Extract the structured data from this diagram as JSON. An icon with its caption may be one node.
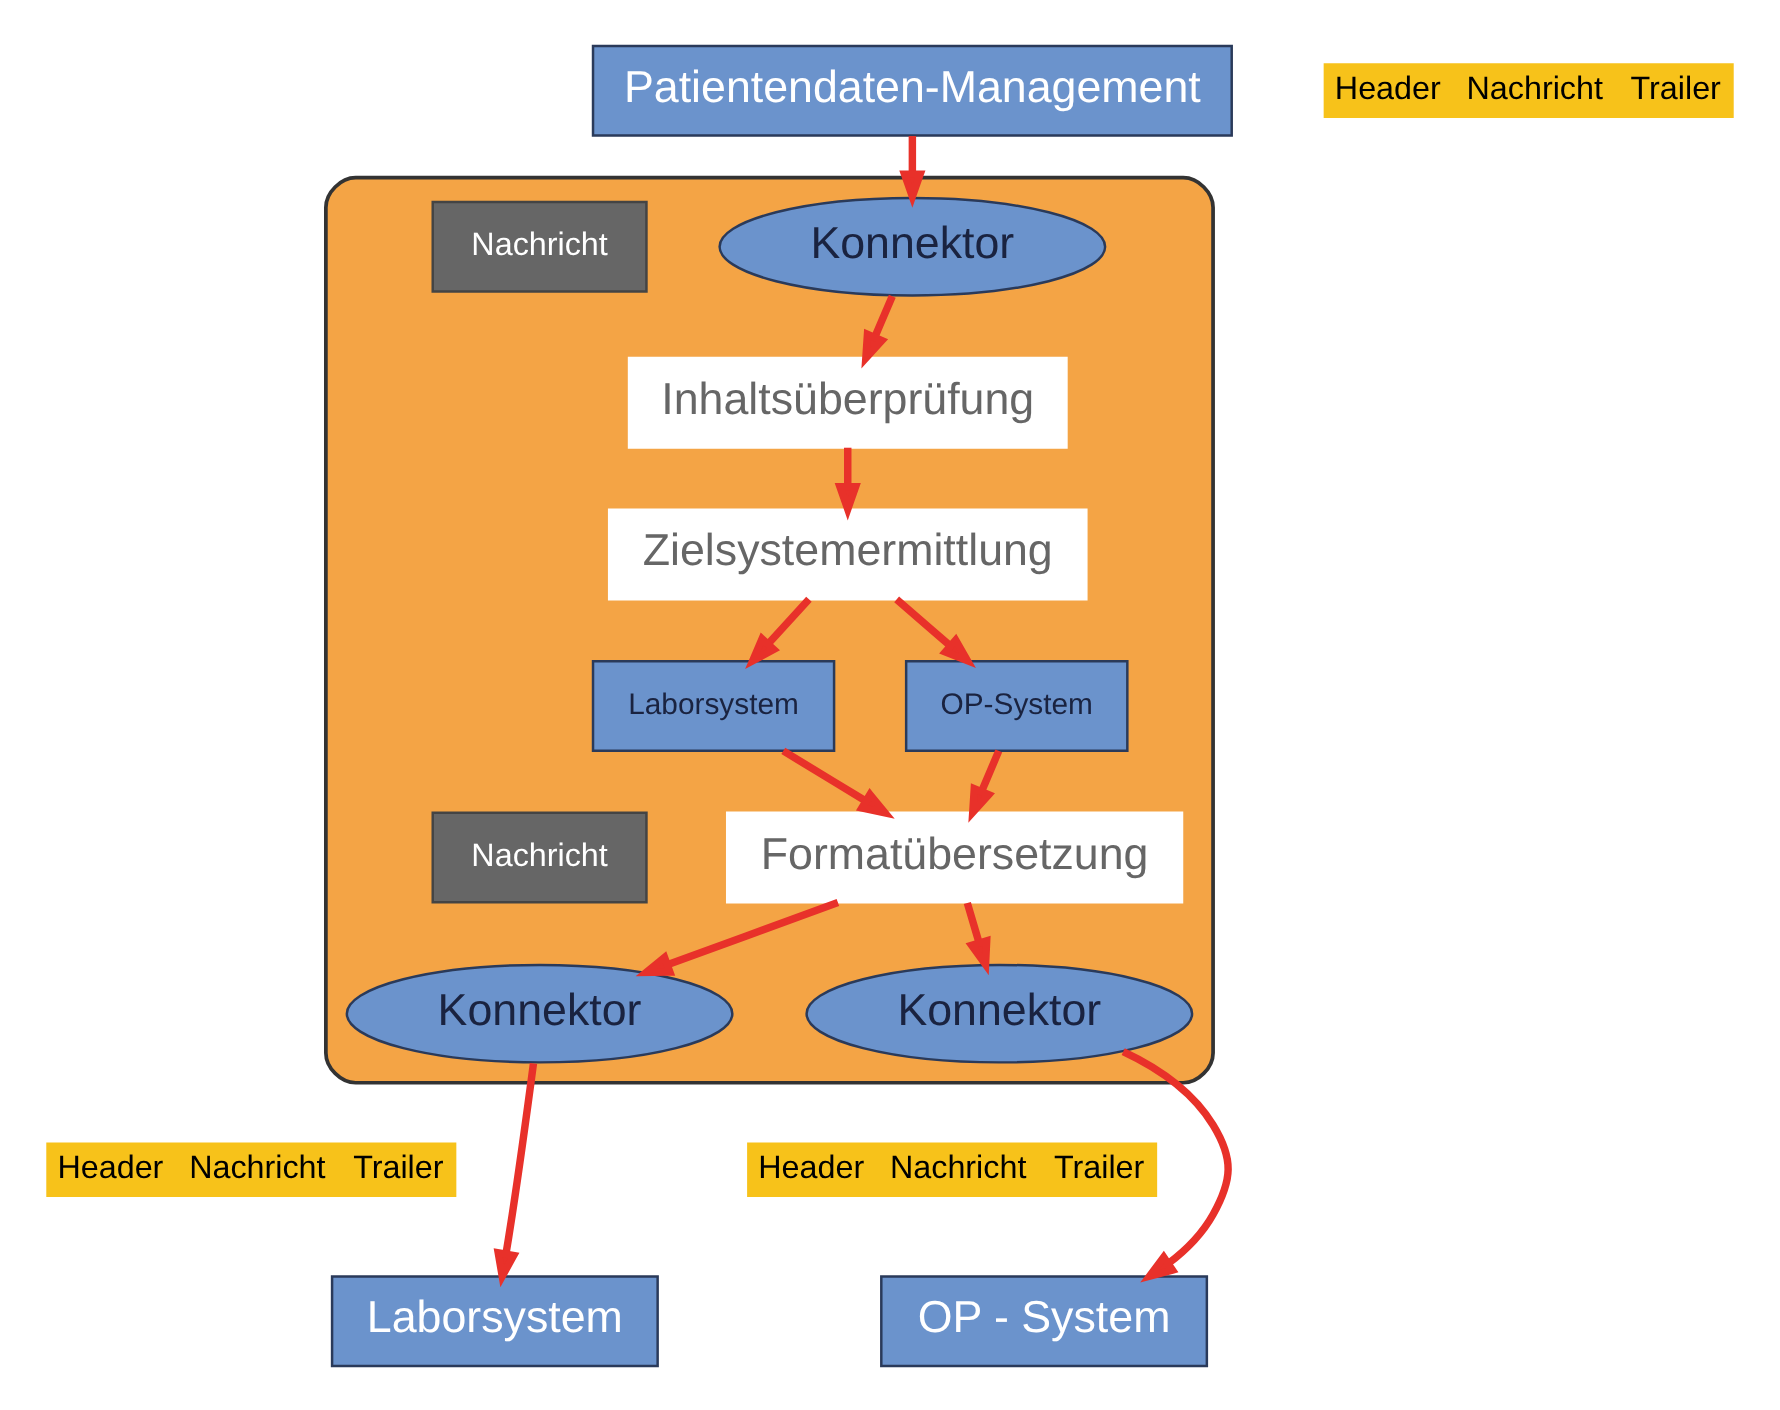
{
  "diagram": {
    "nodes": [
      {
        "text": [
          "Patientendaten-Management"
        ]
      },
      {
        "text": [
          "Header",
          "Nachricht",
          "Trailer"
        ]
      },
      {
        "text": [],
        "shape": "ellipse"
      },
      {
        "text": [
          "Konnektor"
        ],
        "in": 2
      },
      {
        "text": [
          "Nachricht"
        ],
        "in": 2
      },
      {
        "text": [
          "Inhaltsüberprüfung"
        ],
        "in": 2
      },
      {
        "text": [
          "Zielsystemermittlung"
        ],
        "in": 2
      },
      {
        "text": [
          "Laborsystem"
        ],
        "in": 2
      },
      {
        "text": [
          "OP-System"
        ],
        "in": 2
      },
      {
        "text": [
          "Formatübersetzung"
        ],
        "in": 2
      },
      {
        "text": [
          "Nachricht"
        ],
        "in": 2
      },
      {
        "text": [
          "Konnektor"
        ],
        "in": 2
      },
      {
        "text": [
          "Konnektor"
        ],
        "in": 2
      },
      {
        "text": [
          "Header",
          "Nachricht",
          "Trailer"
        ]
      },
      {
        "text": [
          "Header",
          "Nachricht",
          "Trailer"
        ]
      },
      {
        "text": [
          "Laborsystem"
        ]
      },
      {
        "text": [
          "OP - System"
        ]
      }
    ],
    "edges": [
      {
        "from": 0,
        "to": 3,
        "arrow": "to"
      },
      {
        "from": 3,
        "to": 5,
        "arrow": "to"
      },
      {
        "from": 5,
        "to": 6,
        "arrow": "to"
      },
      {
        "from": 6,
        "to": 7,
        "arrow": "to"
      },
      {
        "from": 6,
        "to": 8,
        "arrow": "to"
      },
      {
        "from": 7,
        "to": 9,
        "arrow": "to"
      },
      {
        "from": 8,
        "to": 9,
        "arrow": "to"
      },
      {
        "from": 9,
        "to": 11,
        "arrow": "to"
      },
      {
        "from": 9,
        "to": 12,
        "arrow": "to"
      },
      {
        "from": 11,
        "to": 15,
        "arrow": "to"
      },
      {
        "from": 12,
        "to": 16,
        "arrow": "to"
      }
    ]
  }
}
